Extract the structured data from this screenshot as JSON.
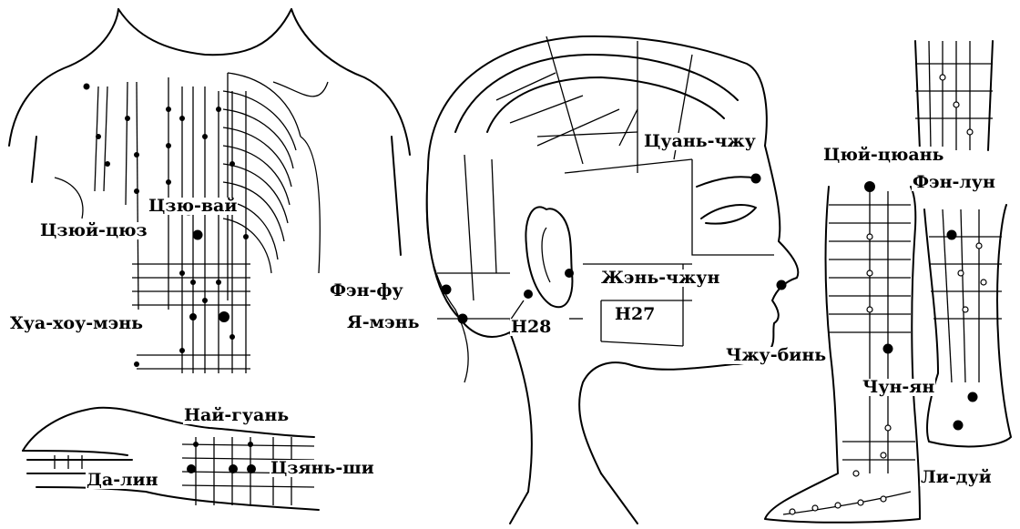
{
  "labels": {
    "tszyu_vai": "Цзю-вай",
    "tszyuy_tsyuz": "Цзюй-цюз",
    "khua_khou_men": "Хуа-хоу-мэнь",
    "nai_guan": "Най-гуань",
    "tszyan_shi": "Цзянь-ши",
    "da_lin": "Да-лин",
    "tsuan_chzhu": "Цуань-чжу",
    "zhen_chzhun": "Жэнь-чжун",
    "fen_fu": "Фэн-фу",
    "ya_men": "Я-мэнь",
    "h28": "H28",
    "h27": "H27",
    "chzhu_bin": "Чжу-бинь",
    "tsyuy_tsyuan": "Цюй-цюань",
    "fen_lun": "Фэн-лун",
    "chun_yan": "Чун-ян",
    "li_duy": "Ли-дуй"
  },
  "colors": {
    "ink": "#000000",
    "background": "#ffffff"
  }
}
